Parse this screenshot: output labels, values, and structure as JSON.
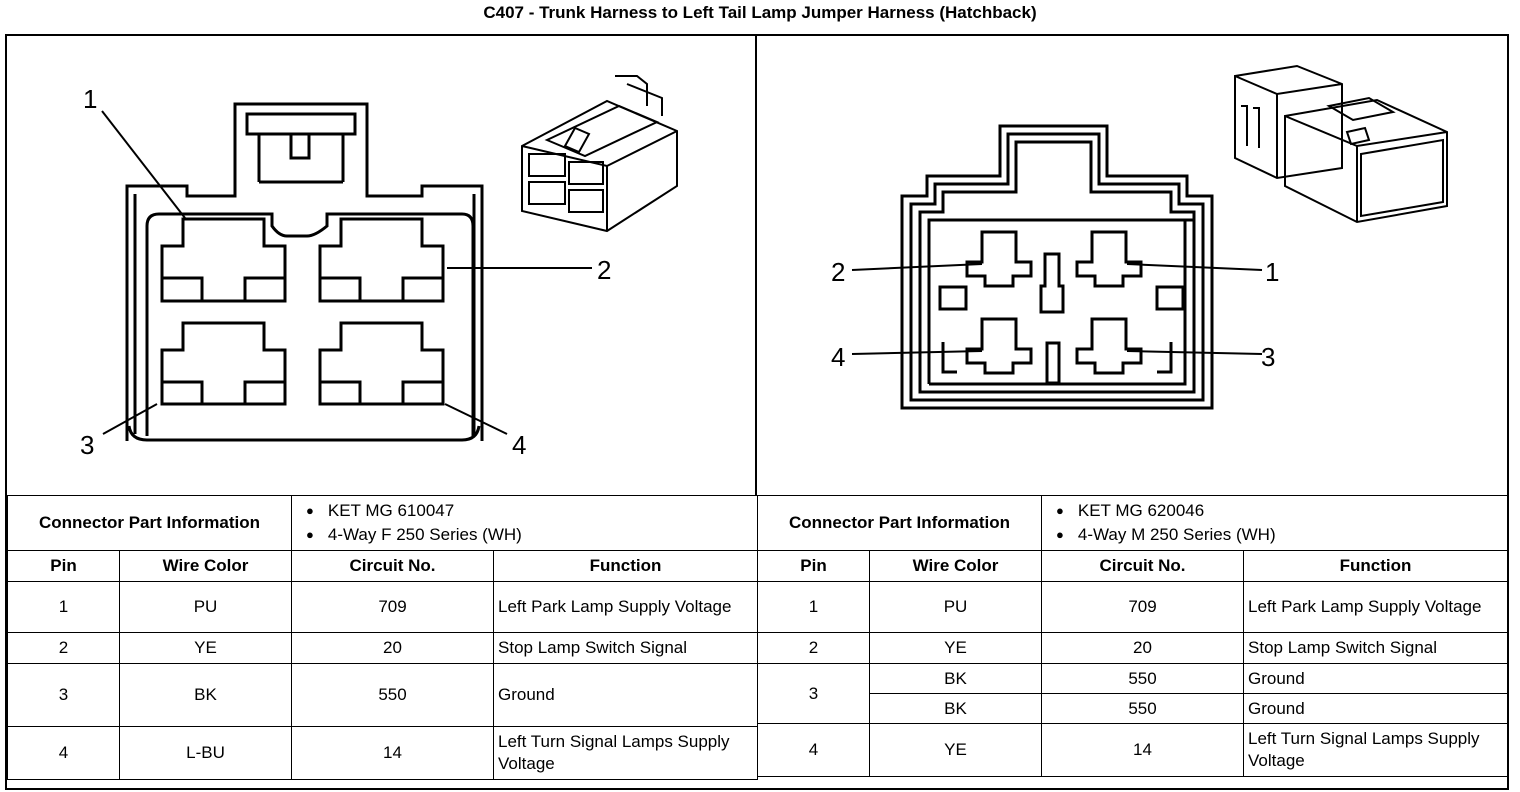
{
  "title": "C407 - Trunk Harness to Left Tail Lamp Jumper Harness (Hatchback)",
  "left": {
    "pin_callouts": [
      "1",
      "2",
      "3",
      "4"
    ],
    "info_label": "Connector Part Information",
    "part_info": [
      "KET MG 610047",
      "4-Way F 250 Series (WH)"
    ],
    "headers": {
      "pin": "Pin",
      "wire": "Wire Color",
      "circuit": "Circuit No.",
      "function": "Function"
    },
    "rows": [
      {
        "pin": "1",
        "wire": "PU",
        "circuit": "709",
        "function": "Left Park Lamp Supply Voltage"
      },
      {
        "pin": "2",
        "wire": "YE",
        "circuit": "20",
        "function": "Stop Lamp Switch Signal"
      },
      {
        "pin": "3",
        "wire": "BK",
        "circuit": "550",
        "function": "Ground"
      },
      {
        "pin": "4",
        "wire": "L-BU",
        "circuit": "14",
        "function": "Left Turn Signal Lamps Supply Voltage"
      }
    ]
  },
  "right": {
    "pin_callouts": [
      "1",
      "2",
      "3",
      "4"
    ],
    "info_label": "Connector Part Information",
    "part_info": [
      "KET MG 620046",
      "4-Way M 250 Series (WH)"
    ],
    "headers": {
      "pin": "Pin",
      "wire": "Wire Color",
      "circuit": "Circuit No.",
      "function": "Function"
    },
    "rows": [
      {
        "pin": "1",
        "wire": "PU",
        "circuit": "709",
        "function": "Left Park Lamp Supply Voltage"
      },
      {
        "pin": "2",
        "wire": "YE",
        "circuit": "20",
        "function": "Stop Lamp Switch Signal"
      },
      {
        "pin": "3",
        "wires": [
          {
            "wire": "BK",
            "circuit": "550",
            "function": "Ground"
          },
          {
            "wire": "BK",
            "circuit": "550",
            "function": "Ground"
          }
        ]
      },
      {
        "pin": "4",
        "wire": "YE",
        "circuit": "14",
        "function": "Left Turn Signal Lamps Supply Voltage"
      }
    ]
  }
}
